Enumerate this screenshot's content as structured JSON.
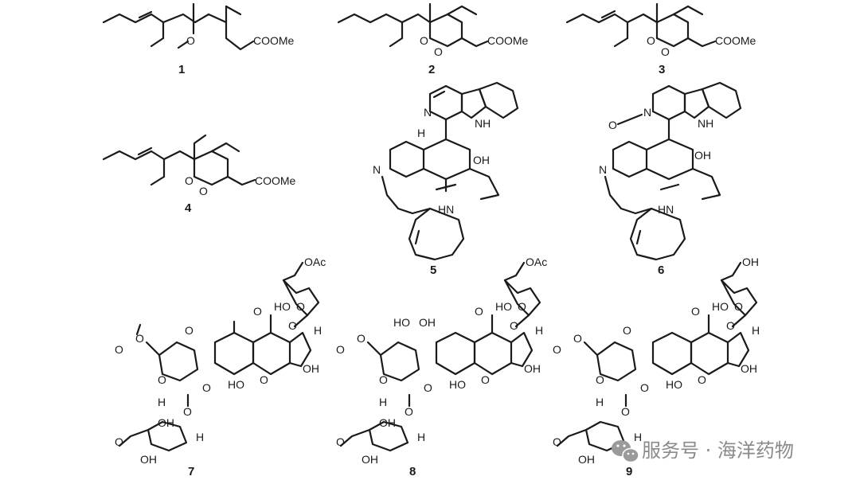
{
  "labels": {
    "coome": "COOMe",
    "o": "O",
    "oh": "OH",
    "ho": "HO",
    "h": "H",
    "n": "N",
    "nh": "NH",
    "hn": "HN",
    "oac": "OAc"
  },
  "compounds": [
    "1",
    "2",
    "3",
    "4",
    "5",
    "6",
    "7",
    "8",
    "9"
  ],
  "watermark": {
    "text": "服务号 · 海洋药物",
    "icon": "wechat-icon",
    "color": "#8a8a8a"
  }
}
